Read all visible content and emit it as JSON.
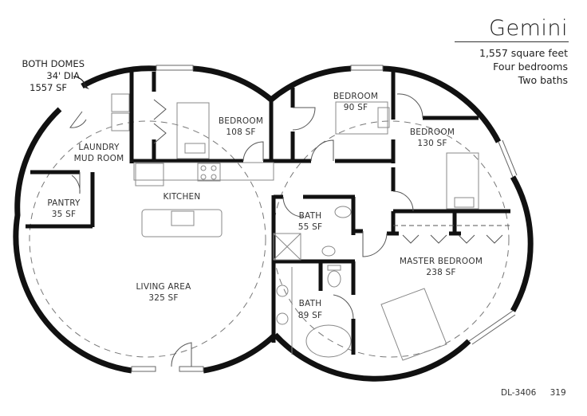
{
  "header": {
    "plan_name": "Gemini",
    "specs": [
      "1,557 square feet",
      "Four bedrooms",
      "Two baths"
    ]
  },
  "annotation": {
    "lines": [
      "BOTH DOMES",
      "34' DIA",
      "1557 SF"
    ]
  },
  "rooms": {
    "laundry": {
      "name_line1": "LAUNDRY",
      "name_line2": "MUD ROOM"
    },
    "pantry": {
      "name": "PANTRY",
      "area": "35 SF"
    },
    "bedroom1": {
      "name": "BEDROOM",
      "area": "108 SF"
    },
    "kitchen": {
      "name": "KITCHEN"
    },
    "living": {
      "name": "LIVING AREA",
      "area": "325 SF"
    },
    "bedroom2": {
      "name": "BEDROOM",
      "area": "90 SF"
    },
    "bedroom3": {
      "name": "BEDROOM",
      "area": "130 SF"
    },
    "bath1": {
      "name": "BATH",
      "area": "55 SF"
    },
    "bath2": {
      "name": "BATH",
      "area": "89 SF"
    },
    "master": {
      "name": "MASTER BEDROOM",
      "area": "238 SF"
    }
  },
  "footer": {
    "plan_code": "DL-3406",
    "page_number": "319"
  },
  "colors": {
    "wall": "#111111",
    "fixture": "#888888",
    "dashed": "#666666",
    "background": "#ffffff"
  }
}
